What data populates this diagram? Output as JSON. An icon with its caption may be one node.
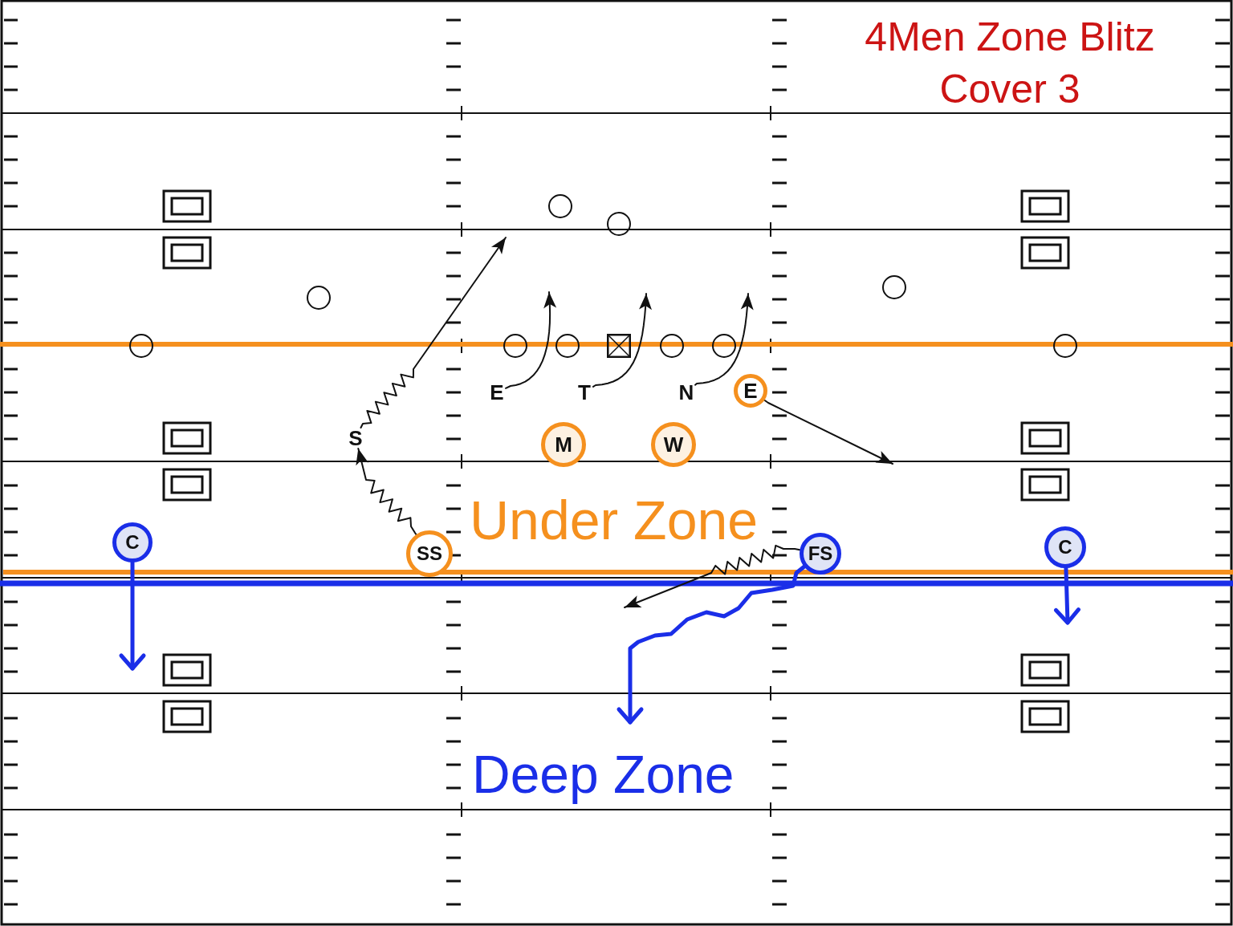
{
  "diagram": {
    "title": "4Men Zone Blitz Cover 3",
    "nodes": [
      {
        "text": [],
        "shape": "circle"
      },
      {
        "text": [],
        "shape": "circle"
      },
      {
        "text": [],
        "shape": "circle"
      },
      {
        "text": [],
        "shape": "circle"
      },
      {
        "text": [],
        "shape": "circle"
      },
      {
        "text": [],
        "shape": "circle"
      },
      {
        "text": [],
        "shape": "circle"
      },
      {
        "text": [],
        "shape": "box"
      },
      {
        "text": [],
        "shape": "circle"
      },
      {
        "text": [],
        "shape": "circle"
      },
      {
        "text": [],
        "shape": "circle"
      },
      {
        "text": [
          "E"
        ]
      },
      {
        "text": [
          "T"
        ]
      },
      {
        "text": [
          "N"
        ]
      },
      {
        "text": [
          "E"
        ]
      },
      {
        "text": [
          "S"
        ]
      },
      {
        "text": [
          "M"
        ]
      },
      {
        "text": [
          "W"
        ]
      },
      {
        "text": [
          "C"
        ]
      },
      {
        "text": [
          "SS"
        ]
      },
      {
        "text": [
          "FS"
        ]
      },
      {
        "text": [
          "C"
        ]
      }
    ],
    "edges": [
      {
        "from": 11,
        "to": null,
        "arrow": "to"
      },
      {
        "from": 12,
        "to": null,
        "arrow": "to"
      },
      {
        "from": 13,
        "to": null,
        "arrow": "to"
      },
      {
        "from": 14,
        "to": null,
        "arrow": "to"
      },
      {
        "from": 15,
        "to": null,
        "arrow": "to"
      },
      {
        "from": 19,
        "to": 15,
        "arrow": "to"
      },
      {
        "from": 20,
        "to": null,
        "arrow": "to"
      },
      {
        "from": 20,
        "to": null,
        "arrow": "to",
        "style": "thick",
        "color": "#1a2ee8"
      },
      {
        "from": 18,
        "to": null,
        "arrow": "to",
        "style": "thick",
        "color": "#1a2ee8"
      },
      {
        "from": 21,
        "to": null,
        "arrow": "to",
        "style": "thick",
        "color": "#1a2ee8"
      }
    ],
    "labels": [
      "Under Zone",
      "Deep Zone"
    ]
  }
}
